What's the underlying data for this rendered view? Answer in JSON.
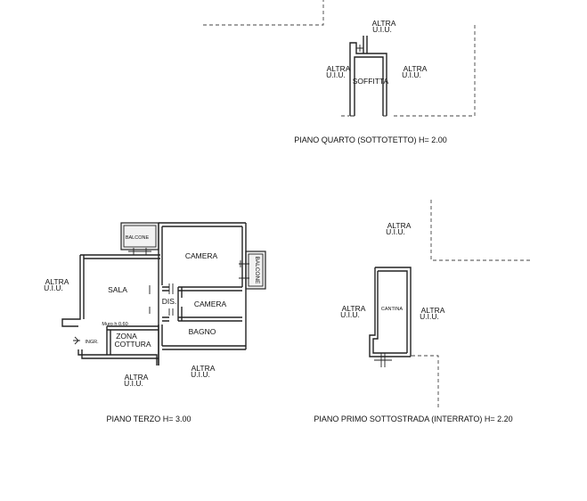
{
  "plans": {
    "quarto": {
      "caption": "PIANO QUARTO (SOTTOTETTO) H= 2.00",
      "rooms": {
        "soffitta": "SOFFITTA"
      },
      "neighbors": {
        "top": [
          "ALTRA",
          "U.I.U."
        ],
        "left": [
          "ALTRA",
          "U.I.U."
        ],
        "right": [
          "ALTRA",
          "U.I.U."
        ]
      }
    },
    "terzo": {
      "caption": "PIANO TERZO H= 3.00",
      "rooms": {
        "balcone_top": "BALCONE",
        "balcone_right": "BALCONE",
        "camera1": "CAMERA",
        "camera2": "CAMERA",
        "sala": "SALA",
        "dis": "DIS.",
        "bagno": "BAGNO",
        "zona1": "ZONA",
        "zona2": "COTTURA",
        "ingr": "INGR.",
        "note": "Muro h 0.60"
      },
      "neighbors": {
        "left": [
          "ALTRA",
          "U.I.U."
        ],
        "bottom_left": [
          "ALTRA",
          "U.I.U."
        ],
        "bottom_right": [
          "ALTRA",
          "U.I.U."
        ]
      }
    },
    "interrato": {
      "caption": "PIANO PRIMO SOTTOSTRADA (INTERRATO) H= 2.20",
      "rooms": {
        "cantina": "CANTINA"
      },
      "neighbors": {
        "top": [
          "ALTRA",
          "U.I.U."
        ],
        "left": [
          "ALTRA",
          "U.I.U."
        ],
        "right": [
          "ALTRA",
          "U.I.U."
        ]
      }
    }
  }
}
